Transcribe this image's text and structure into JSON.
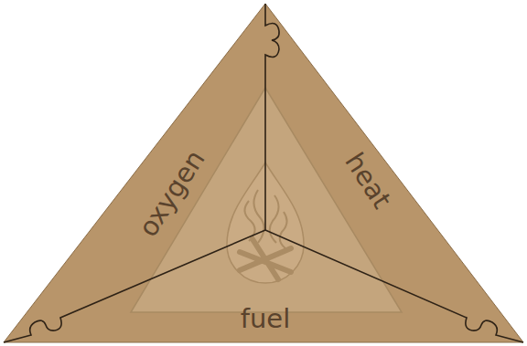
{
  "diagram": {
    "labels": [
      "oxygen",
      "heat",
      "fuel"
    ]
  }
}
